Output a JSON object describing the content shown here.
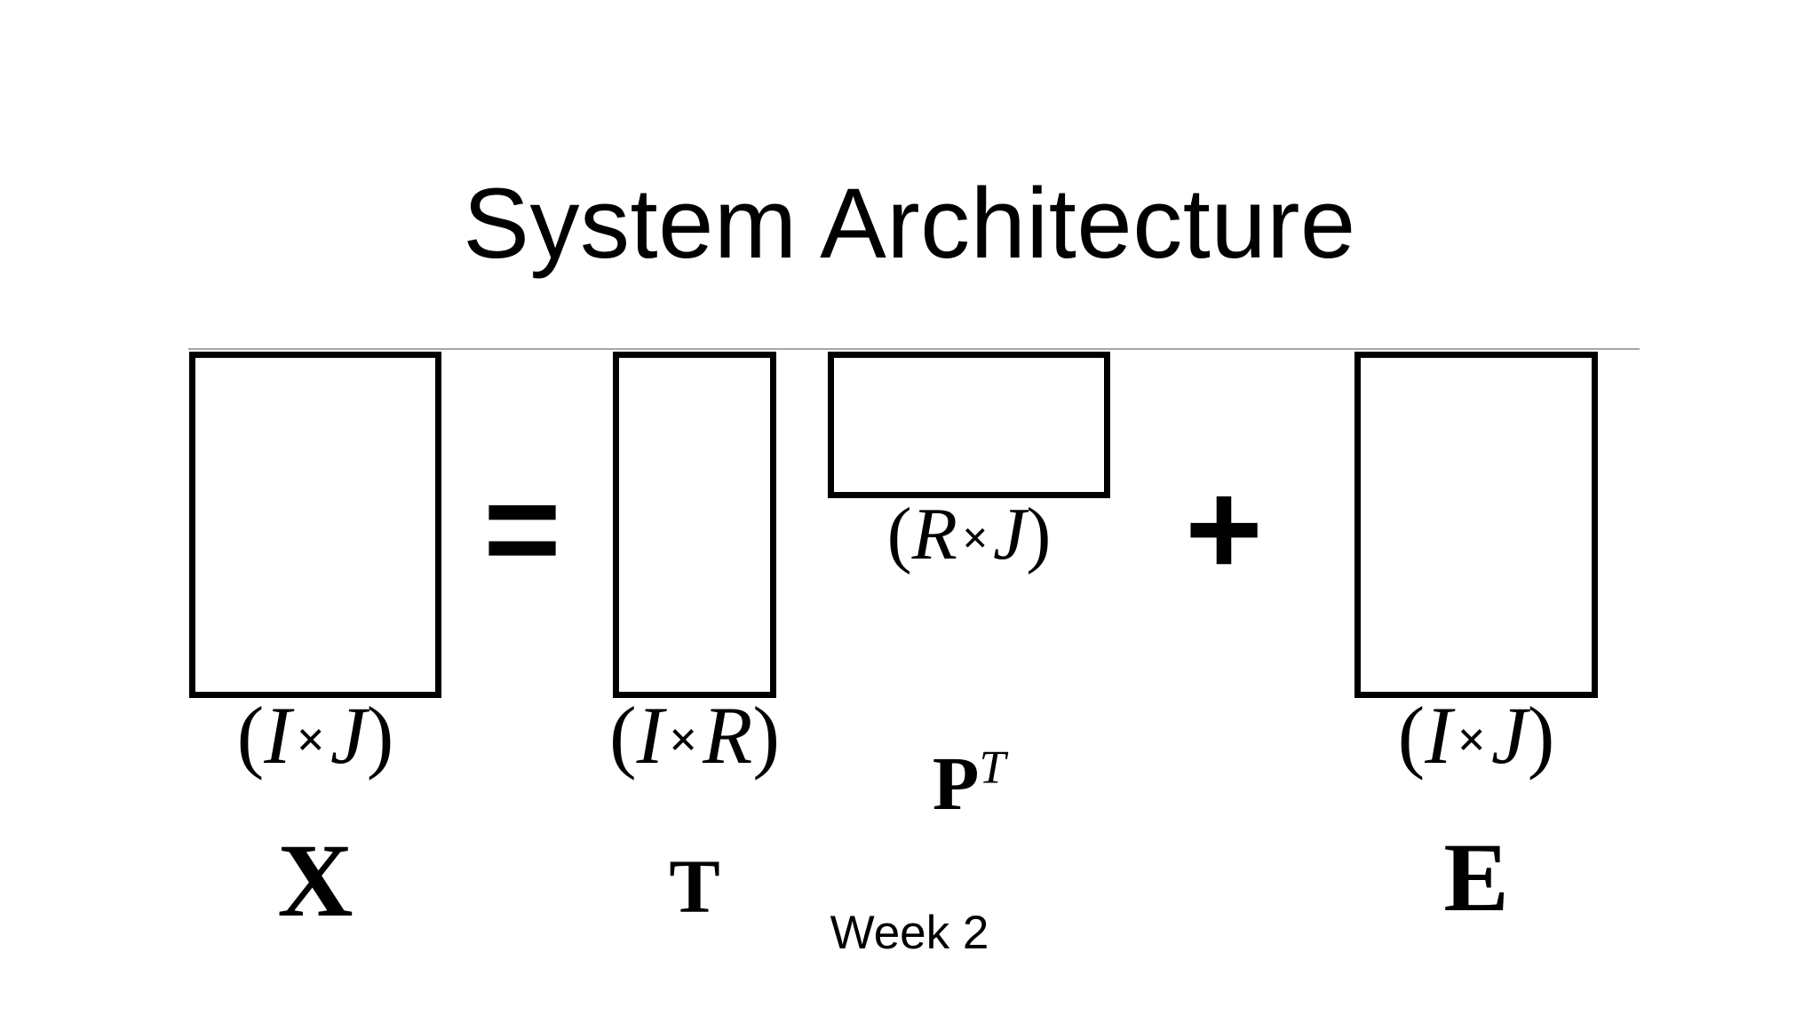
{
  "slide": {
    "title": "System Architecture",
    "footer_note": "Week 2",
    "background_color": "#ffffff",
    "text_color": "#000000",
    "rule_color": "#a6a6a6"
  },
  "equation": {
    "description": "X = T P^T + E  (PCA / bilinear decomposition block diagram)",
    "terms": [
      {
        "id": "x",
        "symbol": "X",
        "superscript": "",
        "dimension": "(I × J)",
        "dim_rows": "I",
        "dim_cols": "J"
      },
      {
        "id": "t",
        "symbol": "T",
        "superscript": "",
        "dimension": "(I × R)",
        "dim_rows": "I",
        "dim_cols": "R"
      },
      {
        "id": "p",
        "symbol": "P",
        "superscript": "T",
        "dimension": "(R × J)",
        "dim_rows": "R",
        "dim_cols": "J"
      },
      {
        "id": "e",
        "symbol": "E",
        "superscript": "",
        "dimension": "(I × J)",
        "dim_rows": "I",
        "dim_cols": "J"
      }
    ],
    "operators": {
      "equals": "=",
      "plus": "+"
    },
    "paren_open": "(",
    "paren_close": ")",
    "times_symbol": "×"
  }
}
